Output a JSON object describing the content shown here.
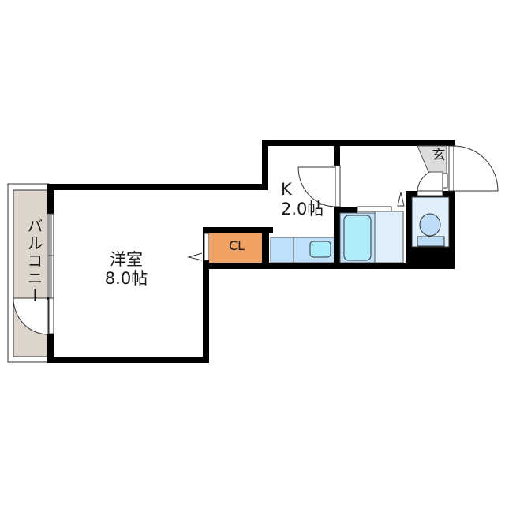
{
  "floorplan": {
    "rooms": [
      {
        "id": "western",
        "name": "洋室",
        "size": "8.0帖"
      },
      {
        "id": "kitchen",
        "name": "K",
        "size": "2.0帖"
      },
      {
        "id": "closet",
        "name": "CL"
      },
      {
        "id": "entrance",
        "name": "玄"
      },
      {
        "id": "balcony",
        "name": "バルコニー"
      }
    ],
    "colors": {
      "wall": "#000000",
      "balcony_fill": "#ddd4cc",
      "closet_fill": "#f0a265",
      "kitchen_fill": "#bfe0fb",
      "sink_fill": "#a9ecfb",
      "bath_fill": "#b0ecfc",
      "washroom_fill": "#dff0fc",
      "toilet_fill": "#bcdcf8",
      "entrance_fill": "#dcdcdc"
    }
  }
}
